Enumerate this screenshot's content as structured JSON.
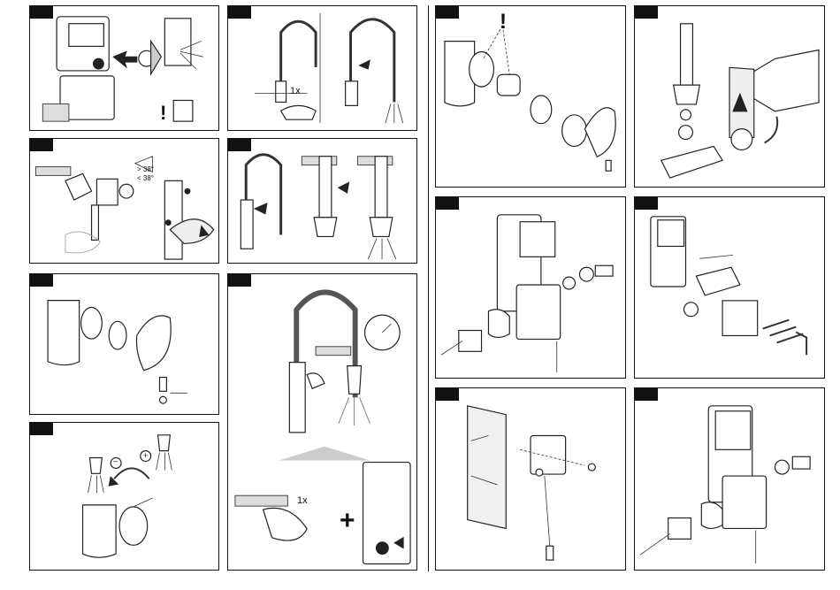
{
  "panels": [
    {
      "id": "p1"
    },
    {
      "id": "p2"
    },
    {
      "id": "p3"
    },
    {
      "id": "p4"
    },
    {
      "id": "p5"
    },
    {
      "id": "p6"
    },
    {
      "id": "p7"
    },
    {
      "id": "p8"
    },
    {
      "id": "p9"
    },
    {
      "id": "p10"
    },
    {
      "id": "p11"
    },
    {
      "id": "p12"
    },
    {
      "id": "p13"
    }
  ],
  "labels": {
    "press_count_a": "1x",
    "press_count_b": "1x",
    "temp_warn_hot": "> 38°",
    "temp_warn_cold": "< 38°",
    "plus_sign": "+",
    "minus_sign": "–",
    "warning_mark": "!"
  },
  "colors": {
    "line": "#222222",
    "tab": "#111111",
    "gray": "#dddddd"
  }
}
